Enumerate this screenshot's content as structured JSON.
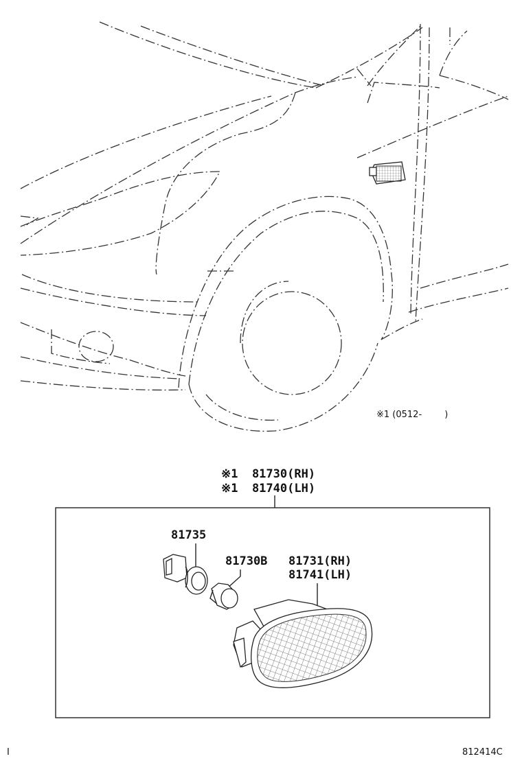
{
  "scope_note": "※1 (0512-        )",
  "assembly": {
    "line1": "※1  81730(RH)",
    "line2": "※1  81740(LH)"
  },
  "parts": {
    "socket": "81735",
    "bulb": "81730B",
    "lens_rh": "81731(RH)",
    "lens_lh": "81741(LH)"
  },
  "footer": {
    "left_mark": "I",
    "figure_id": "812414C"
  }
}
